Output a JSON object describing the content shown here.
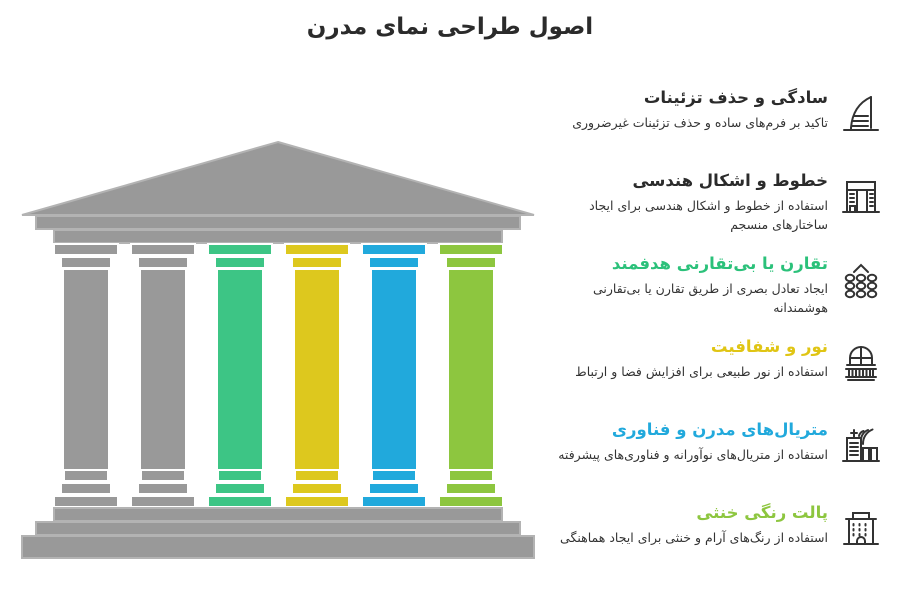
{
  "page": {
    "title": "اصول طراحی نمای مدرن",
    "background": "#ffffff",
    "title_color": "#2b2b2b"
  },
  "palette": {
    "gray": "#999999",
    "gray_outline": "#b3b3b3",
    "green": "#3dc585",
    "yellow": "#ddc81e",
    "blue": "#21a9dc",
    "olive": "#8dc63f",
    "ink": "#2b2b2b",
    "body_text": "#333333"
  },
  "illustration": {
    "name": "classical-temple-with-colored-columns",
    "pediment_color": "#999999",
    "columns": [
      {
        "name": "column-1",
        "color": "#999999"
      },
      {
        "name": "column-2",
        "color": "#999999"
      },
      {
        "name": "column-3",
        "color": "#3dc585"
      },
      {
        "name": "column-4",
        "color": "#ddc81e"
      },
      {
        "name": "column-5",
        "color": "#21a9dc"
      },
      {
        "name": "column-6",
        "color": "#8dc63f"
      }
    ],
    "base_steps": 3
  },
  "features": [
    {
      "icon": "sail-tower-icon",
      "title": "سادگی و حذف تزئینات",
      "desc": "تاکید بر فرم‌های ساده و حذف تزئینات غیرضروری",
      "title_color": "#2b2b2b"
    },
    {
      "icon": "office-building-icon",
      "title": "خطوط و اشکال هندسی",
      "desc": "استفاده از خطوط و اشکال هندسی برای ایجاد ساختارهای منسجم",
      "title_color": "#2b2b2b"
    },
    {
      "icon": "dot-grid-roof-icon",
      "title": "تقارن یا بی‌تقارنی هدفمند",
      "desc": "ایجاد تعادل بصری از طریق تقارن یا بی‌تقارنی هوشمندانه",
      "title_color": "#2bc17a"
    },
    {
      "icon": "arched-window-balcony-icon",
      "title": "نور و شفافیت",
      "desc": "استفاده از نور طبیعی برای افزایش فضا و ارتباط",
      "title_color": "#e0c514"
    },
    {
      "icon": "smart-tower-wifi-icon",
      "title": "متریال‌های مدرن و فناوری",
      "desc": "استفاده از متریال‌های نوآورانه و فناوری‌های پیشرفته",
      "title_color": "#21a9dc"
    },
    {
      "icon": "apartment-block-icon",
      "title": "پالت رنگی خنثی",
      "desc": "استفاده از رنگ‌های آرام و خنثی برای ایجاد هماهنگی",
      "title_color": "#8dc63f"
    }
  ]
}
